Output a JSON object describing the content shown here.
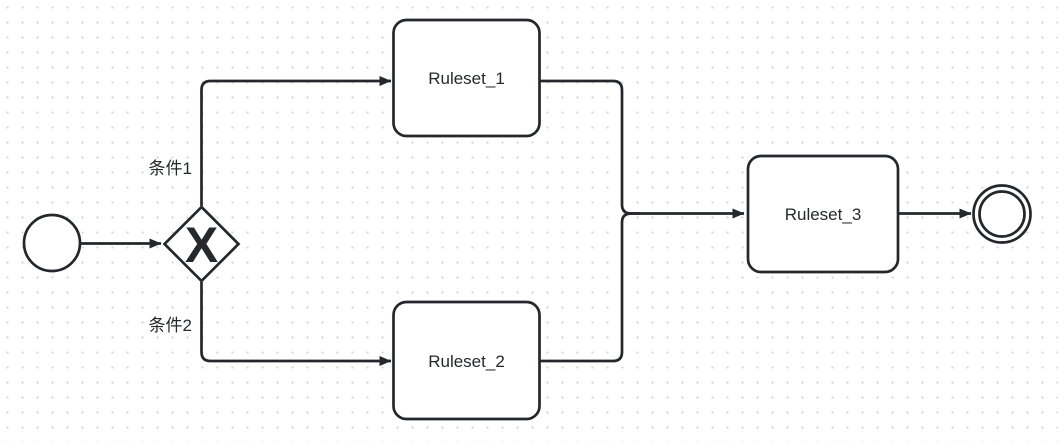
{
  "diagram": {
    "type": "bpmn-process",
    "colors": {
      "stroke": "#25272c",
      "shape_fill": "#ffffff",
      "background": "#ffffff",
      "grid_dot": "#d4d4d6"
    },
    "nodes": {
      "gateway": {
        "kind": "exclusive-gateway",
        "marker": "X"
      },
      "task1": {
        "label": "Ruleset_1"
      },
      "task2": {
        "label": "Ruleset_2"
      },
      "task3": {
        "label": "Ruleset_3"
      }
    },
    "edges": {
      "condition1": {
        "label": "条件1"
      },
      "condition2": {
        "label": "条件2"
      }
    }
  }
}
